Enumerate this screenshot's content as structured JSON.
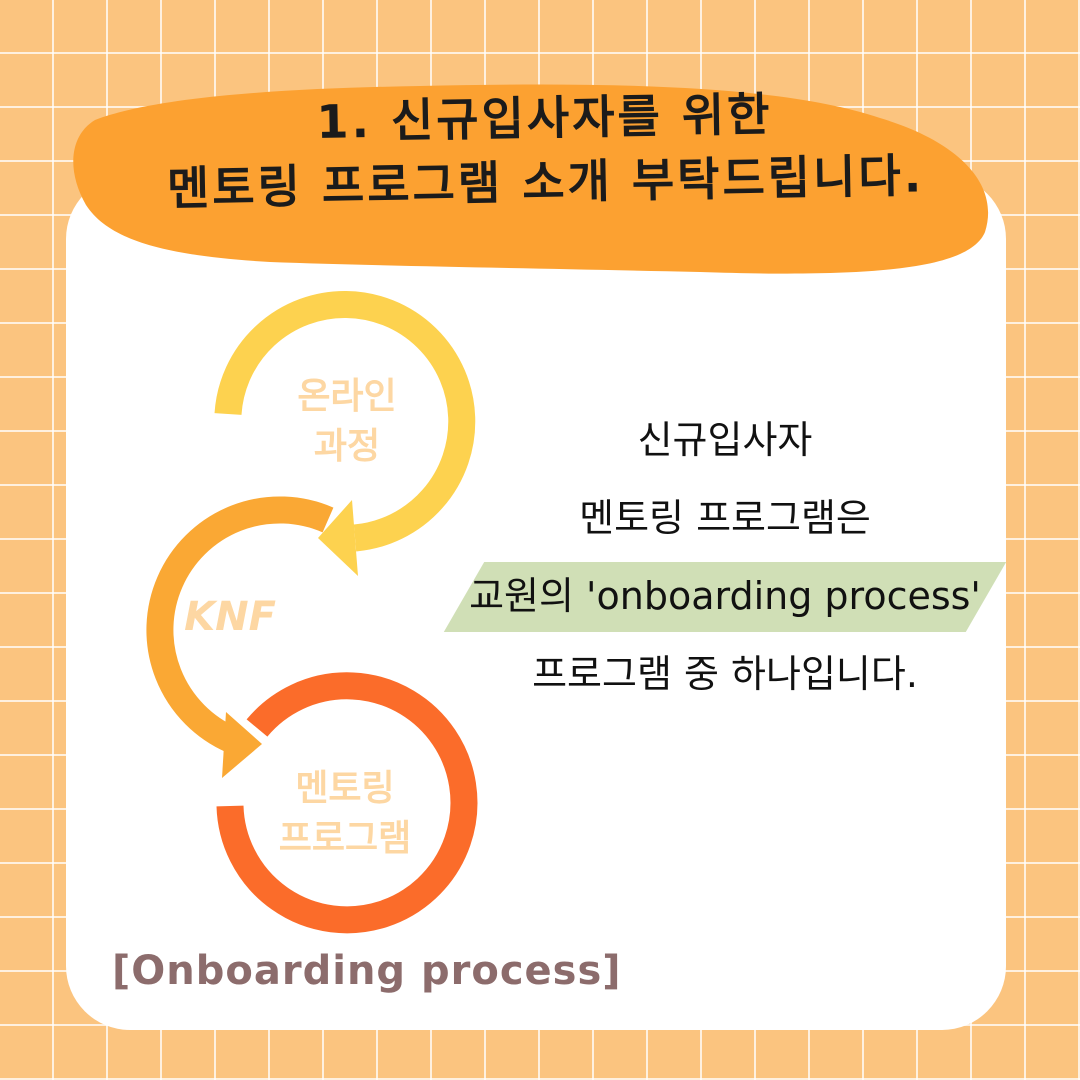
{
  "title": {
    "line1": "1. 신규입사자를 위한",
    "line2": "멘토링 프로그램 소개 부탁드립니다."
  },
  "diagram": {
    "steps": [
      {
        "lines": [
          "온라인",
          "과정"
        ],
        "color": "#fdd24f"
      },
      {
        "lines": [
          "KNF"
        ],
        "color": "#faa834"
      },
      {
        "lines": [
          "멘토링",
          "프로그램"
        ],
        "color": "#fb6c2a"
      }
    ],
    "caption": "[Onboarding process]",
    "label_color": "#fdd7a3"
  },
  "description": {
    "line1": "신규입사자",
    "line2": "멘토링 프로그램은",
    "line3": "교원의 'onboarding process'",
    "line4": "프로그램 중 하나입니다."
  },
  "colors": {
    "background": "#fbc47f",
    "blob": "#fca131",
    "highlight": "#d0dfb6",
    "caption": "#8c6c6c"
  }
}
